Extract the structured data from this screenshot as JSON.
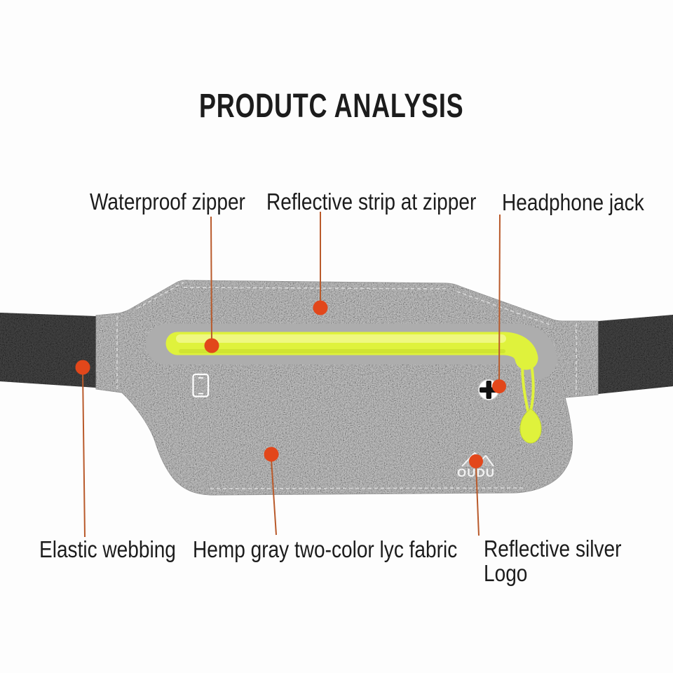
{
  "title": "PRODUTC ANALYSIS",
  "callouts": {
    "top": [
      {
        "label": "Waterproof zipper"
      },
      {
        "label": "Reflective strip at zipper"
      },
      {
        "label": "Headphone jack"
      }
    ],
    "bottom": [
      {
        "label": "Elastic webbing"
      },
      {
        "label": "Hemp gray two-color lyc fabric"
      },
      {
        "label": "Reflective silver Logo"
      }
    ]
  },
  "logo": {
    "text": "OUDU"
  },
  "icons": {
    "phone": "phone-icon",
    "headphone_jack": "headphone-jack-icon",
    "zipper_pull": "zipper-pull-icon",
    "mountain_logo": "mountain-logo-icon"
  },
  "colors": {
    "background": "#fdfdfd",
    "text": "#1c1c1c",
    "accent": "#e2471b",
    "leader_line": "#b95a2b",
    "strap": "#161616",
    "fabric": "#9b9b9b",
    "reflective_band": "#adadad",
    "zipper_strip": "#dff23c"
  }
}
